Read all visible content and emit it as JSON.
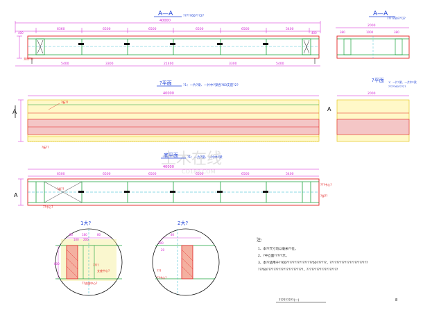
{
  "drawing": {
    "section_title": "A—A",
    "section_note": "?????60???2?",
    "section_title_right": "A—A",
    "section_note_right": "?????60???2?",
    "top_plan_title": "?平面",
    "top_plan_note": "?1：一片?梁、一片中?梁各?60支座?2?",
    "top_plan_title_right": "?平面",
    "top_plan_note_right": "1：一片?梁、一片中?梁",
    "top_plan_note_right2": "?????60???2?",
    "bottom_plan_title": "底平面",
    "bottom_plan_note": "?1：一片?梁、一片中?梁",
    "detail1_title": "1大?",
    "detail2_title": "2大?",
    "marker_a_left": "A",
    "marker_a_left2": "A",
    "marker_a_right": "A",
    "notes_title": "注:",
    "notes": [
      "1、本??尺寸均以毫米??位。",
      "2、?中立面?????示。",
      "3、本??适用于??60????????????????60??????，???????????????????????",
      "  ???60??????????????????????，???????????????????"
    ],
    "footer_title": "?????????(一)",
    "sheet_number": "8",
    "watermark_text": "土木在线",
    "watermark_sub": "CO188.COM"
  },
  "dims": {
    "total": "40000",
    "top_segments": [
      "6360",
      "6500",
      "6500",
      "6500",
      "6500",
      "5400"
    ],
    "bottom_segments": [
      "5400",
      "3300",
      "21400",
      "3300",
      "5400"
    ],
    "end_left": "400",
    "end_right": "400",
    "bottom_plan_segments": [
      "6500",
      "6500",
      "6500",
      "6500",
      "6500",
      "5400"
    ],
    "right_total": "2000",
    "right_segs": [
      "380",
      "1000",
      "380"
    ],
    "detail1_dims": [
      "80",
      "180",
      "80",
      "100",
      "200",
      "800"
    ],
    "detail2_dims": [
      "80",
      "100",
      "20"
    ]
  },
  "labels": {
    "support_left": "支座?心",
    "support_right": "支座?心",
    "plan_label_a": "?板??",
    "plan_label_b": "?板??",
    "bottom_label_a": "?部??",
    "bottom_label_b": "??中心?",
    "bottom_label_c": "???中心?",
    "bottom_label_d": "?部??",
    "det1_label_a": "????",
    "det1_label_b": "支座中心?",
    "det1_label_c": "??支座中心?",
    "det2_label_a": "???",
    "det2_label_b": "??中心?"
  },
  "colors": {
    "line_red": "#e32121",
    "line_green": "#19a03a",
    "line_yellow": "#e0c000",
    "line_blue": "#1b3fd6",
    "line_magenta": "#d21fd2",
    "line_cyan": "#1fb6c9",
    "line_black": "#111111"
  }
}
